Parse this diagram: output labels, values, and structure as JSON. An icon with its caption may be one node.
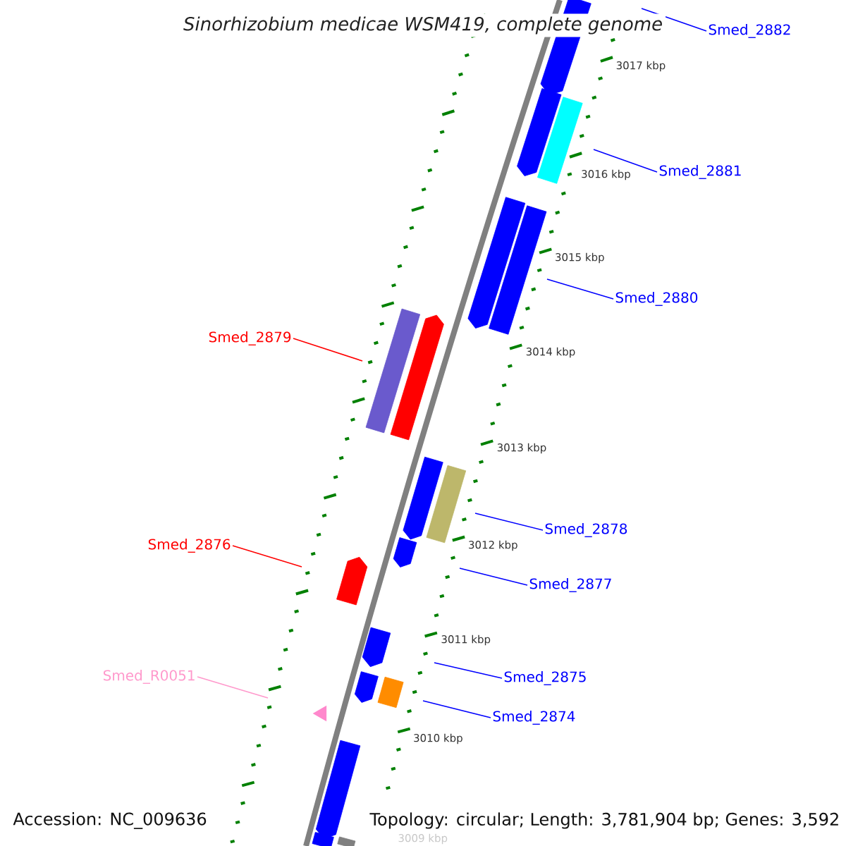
{
  "diagram": {
    "title": "Sinorhizobium medicae WSM419, complete genome",
    "nodes": [
      {
        "text": [
          "Smed_2882"
        ]
      },
      {
        "text": [
          "Smed_2881"
        ]
      },
      {
        "text": [
          "Smed_2880"
        ]
      },
      {
        "text": [
          "Smed_2879"
        ]
      },
      {
        "text": [
          "Smed_2878"
        ]
      },
      {
        "text": [
          "Smed_2877"
        ]
      },
      {
        "text": [
          "Smed_2876"
        ]
      },
      {
        "text": [
          "Smed_2875"
        ]
      },
      {
        "text": [
          "Smed_2874"
        ]
      },
      {
        "text": [
          "Smed_R0051"
        ]
      }
    ],
    "edges": [
      {
        "from": 0,
        "to": null,
        "arrow": "none"
      },
      {
        "from": 1,
        "to": null,
        "arrow": "none"
      },
      {
        "from": 2,
        "to": null,
        "arrow": "none"
      },
      {
        "from": 3,
        "to": null,
        "arrow": "none",
        "color": "#ff0000"
      },
      {
        "from": 4,
        "to": null,
        "arrow": "none"
      },
      {
        "from": 5,
        "to": null,
        "arrow": "none"
      },
      {
        "from": 6,
        "to": null,
        "arrow": "none",
        "color": "#ff0000"
      },
      {
        "from": 7,
        "to": null,
        "arrow": "none"
      },
      {
        "from": 8,
        "to": null,
        "arrow": "none"
      },
      {
        "from": 9,
        "to": null,
        "arrow": "none",
        "color": "#ff99cc"
      }
    ],
    "labels": [
      "3017 kbp",
      "3016 kbp",
      "3015 kbp",
      "3014 kbp",
      "3013 kbp",
      "3012 kbp",
      "3011 kbp",
      "3010 kbp",
      "3009 kbp",
      "Accession: NC_009636",
      "Topology: circular; Length: 3,781,904 bp; Genes: 3,592"
    ]
  }
}
